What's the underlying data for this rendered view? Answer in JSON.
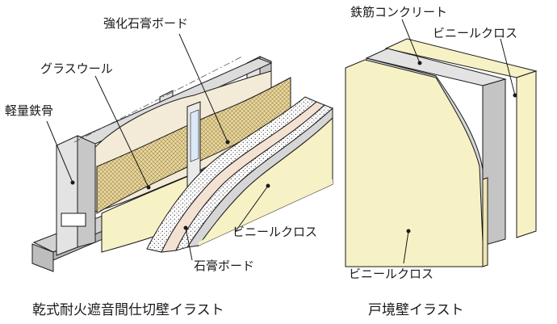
{
  "left_diagram": {
    "caption": "乾式耐火遮音間仕切壁イラスト",
    "labels": {
      "strengthened_gypsum": "強化石膏ボード",
      "glass_wool": "グラスウール",
      "light_steel": "軽量鉄骨",
      "vinyl_cloth": "ビニールクロス",
      "gypsum_board": "石膏ボード"
    }
  },
  "right_diagram": {
    "caption": "戸境壁イラスト",
    "labels": {
      "reinforced_concrete": "鉄筋コンクリート",
      "vinyl_cloth_top": "ビニールクロス",
      "vinyl_cloth_bottom": "ビニールクロス"
    }
  },
  "colors": {
    "cloth": "#f7f1c6",
    "gypsum": "#f3e6d6",
    "steel": "#d8d8d8",
    "concrete": "#d6d6d6",
    "glass_wool": "#e9d9a0",
    "outline": "#1a1a1a"
  }
}
